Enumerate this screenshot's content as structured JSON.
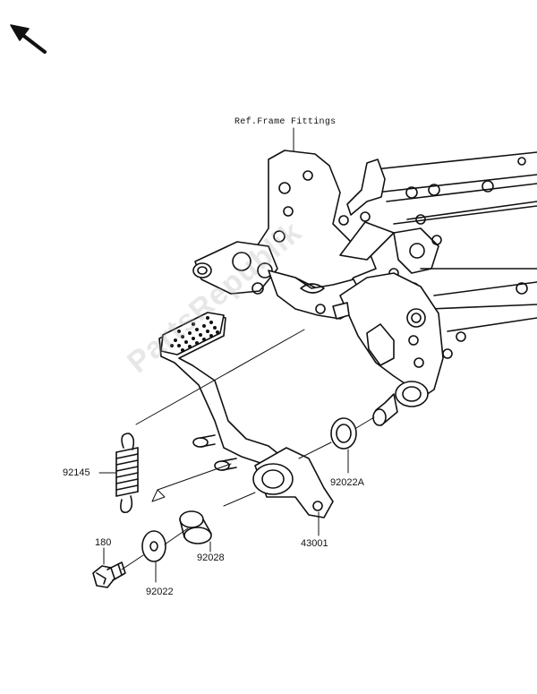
{
  "labels": {
    "ref_frame": "Ref.Frame Fittings",
    "p92145": "92145",
    "p180": "180",
    "p92022": "92022",
    "p92028": "92028",
    "p43001": "43001",
    "p92022a": "92022A"
  },
  "watermark": "PartsRepublik",
  "icons": {
    "direction": "arrow-up-left-icon"
  }
}
